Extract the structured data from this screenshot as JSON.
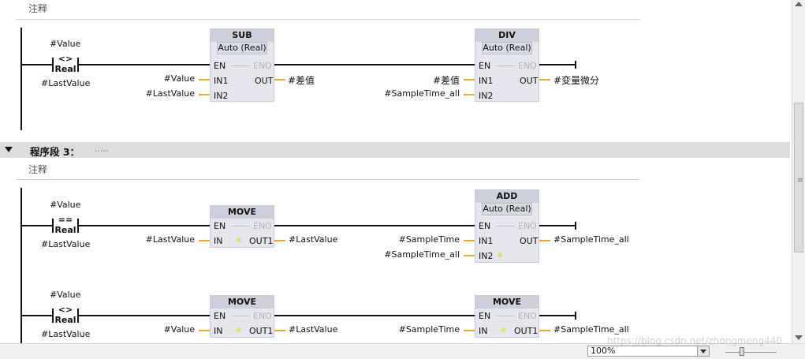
{
  "comment_label": "注释",
  "network3": {
    "title": "程序段 3：",
    "dots": "....."
  },
  "net2": {
    "contact": {
      "top": "#Value",
      "op": "<>",
      "type": "Real",
      "bottom": "#LastValue"
    },
    "sub": {
      "name": "SUB",
      "type": "Auto (Real)",
      "en": "EN",
      "eno": "ENO",
      "in1": "IN1",
      "in2": "IN2",
      "out": "OUT",
      "in1_var": "#Value",
      "in2_var": "#LastValue",
      "out_var": "#差值"
    },
    "div": {
      "name": "DIV",
      "type": "Auto (Real)",
      "en": "EN",
      "eno": "ENO",
      "in1": "IN1",
      "in2": "IN2",
      "out": "OUT",
      "in1_var": "#差值",
      "in2_var": "#SampleTime_all",
      "out_var": "#变量微分"
    }
  },
  "net3a": {
    "contact": {
      "top": "#Value",
      "op": "==",
      "type": "Real",
      "bottom": "#LastValue"
    },
    "move": {
      "name": "MOVE",
      "en": "EN",
      "eno": "ENO",
      "in": "IN",
      "out": "OUT1",
      "in_var": "#LastValue",
      "out_var": "#LastValue"
    },
    "add": {
      "name": "ADD",
      "type": "Auto (Real)",
      "en": "EN",
      "eno": "ENO",
      "in1": "IN1",
      "in2": "IN2",
      "out": "OUT",
      "in1_var": "#SampleTime",
      "in2_var": "#SampleTime_all",
      "out_var": "#SampleTime_all"
    }
  },
  "net3b": {
    "contact": {
      "top": "#Value",
      "op": "<>",
      "type": "Real",
      "bottom": "#LastValue"
    },
    "move1": {
      "name": "MOVE",
      "en": "EN",
      "eno": "ENO",
      "in": "IN",
      "out": "OUT1",
      "in_var": "#Value",
      "out_var": "#LastValue"
    },
    "move2": {
      "name": "MOVE",
      "en": "EN",
      "eno": "ENO",
      "in": "IN",
      "out": "OUT1",
      "in_var": "#SampleTime",
      "out_var": "#SampleTime_all"
    }
  },
  "status": {
    "zoom": "100%",
    "watermark": "https://blog.csdn.net/zhongmeng440"
  },
  "colors": {
    "pin_wire": "#f5a623",
    "block_bg": "#e6e7ee",
    "header_bg": "#dcdcdc"
  },
  "icons": {
    "collapse": "triangle-down-icon",
    "add_input": "sparkle-icon"
  }
}
